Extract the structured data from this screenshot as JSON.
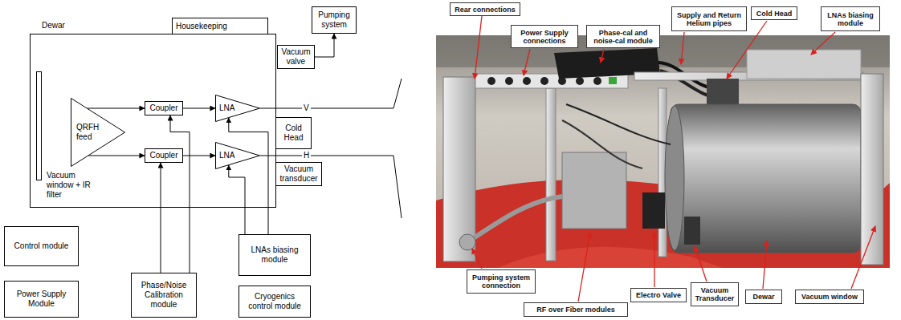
{
  "diagram": {
    "nodes": [
      {
        "text": [
          "Dewar"
        ]
      },
      {
        "text": [
          "Housekeeping"
        ]
      },
      {
        "text": [
          "Pumping system"
        ]
      },
      {
        "text": [
          "Vacuum valve"
        ]
      },
      {
        "text": [
          "Vacuum window + IR filter"
        ],
        "in": 0
      },
      {
        "text": [
          "QRFH feed"
        ],
        "in": 0
      },
      {
        "text": [
          "Coupler"
        ],
        "in": 0
      },
      {
        "text": [
          "LNA"
        ],
        "in": 0
      },
      {
        "text": [
          "Coupler"
        ],
        "in": 0
      },
      {
        "text": [
          "LNA"
        ],
        "in": 0
      },
      {
        "text": [
          "Cold Head"
        ]
      },
      {
        "text": [
          "Vacuum transducer"
        ]
      },
      {
        "text": [
          "Control module"
        ]
      },
      {
        "text": [
          "Phase/Noise Calibration module"
        ]
      },
      {
        "text": [
          "LNAs biasing module"
        ]
      },
      {
        "text": [
          "Power Supply Module"
        ]
      },
      {
        "text": [
          "Cryogenics control module"
        ]
      },
      {
        "text": [
          "Rear connections"
        ]
      },
      {
        "text": [
          "Power Supply connections"
        ]
      },
      {
        "text": [
          "Phase-cal and noise-cal module"
        ]
      },
      {
        "text": [
          "Supply and Return Helium pipes"
        ]
      },
      {
        "text": [
          "Cold Head"
        ]
      },
      {
        "text": [
          "LNAs biasing module"
        ]
      },
      {
        "text": [
          "Pumping system connection"
        ]
      },
      {
        "text": [
          "RF over Fiber modules"
        ]
      },
      {
        "text": [
          "Electro Valve"
        ]
      },
      {
        "text": [
          "Vacuum Transducer"
        ]
      },
      {
        "text": [
          "Dewar"
        ]
      },
      {
        "text": [
          "Vacuum window"
        ]
      }
    ],
    "edges": [
      {
        "from": 5,
        "to": 6,
        "arrow": "to"
      },
      {
        "from": 5,
        "to": 8,
        "arrow": "to"
      },
      {
        "from": 6,
        "to": 7,
        "arrow": "to"
      },
      {
        "from": 8,
        "to": 9,
        "arrow": "to"
      },
      {
        "from": 13,
        "to": 6,
        "arrow": "to"
      },
      {
        "from": 13,
        "to": 8,
        "arrow": "to"
      },
      {
        "from": 14,
        "to": 7,
        "arrow": "to"
      },
      {
        "from": 14,
        "to": 9,
        "arrow": "to"
      },
      {
        "from": 3,
        "to": 2,
        "arrow": "to"
      }
    ],
    "labels": [
      "V",
      "H"
    ]
  }
}
